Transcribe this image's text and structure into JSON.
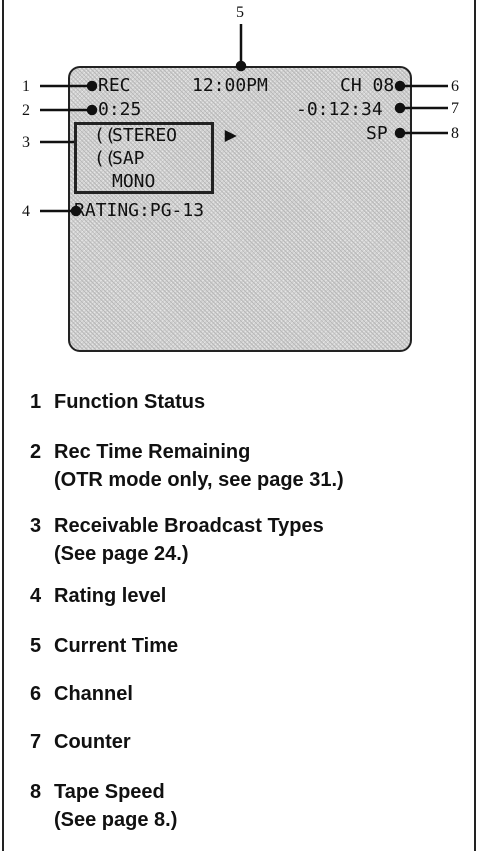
{
  "osd": {
    "rec": "REC",
    "time": "12:00PM",
    "channel": "CH 08",
    "rec_remaining": "0:25",
    "counter": "-0:12:34",
    "tape_speed": "SP",
    "broadcast_types": [
      "STEREO",
      "SAP",
      "MONO"
    ],
    "rating": "RATING:PG-13"
  },
  "callouts": [
    "1",
    "2",
    "3",
    "4",
    "5",
    "6",
    "7",
    "8"
  ],
  "legend": [
    {
      "num": "1",
      "title": "Function Status",
      "sub": ""
    },
    {
      "num": "2",
      "title": "Rec Time Remaining",
      "sub": "(OTR mode only, see page 31.)"
    },
    {
      "num": "3",
      "title": "Receivable Broadcast Types",
      "sub": "(See page 24.)"
    },
    {
      "num": "4",
      "title": "Rating level",
      "sub": ""
    },
    {
      "num": "5",
      "title": "Current Time",
      "sub": ""
    },
    {
      "num": "6",
      "title": "Channel",
      "sub": ""
    },
    {
      "num": "7",
      "title": "Counter",
      "sub": ""
    },
    {
      "num": "8",
      "title": "Tape Speed",
      "sub": "(See page 8.)"
    }
  ]
}
